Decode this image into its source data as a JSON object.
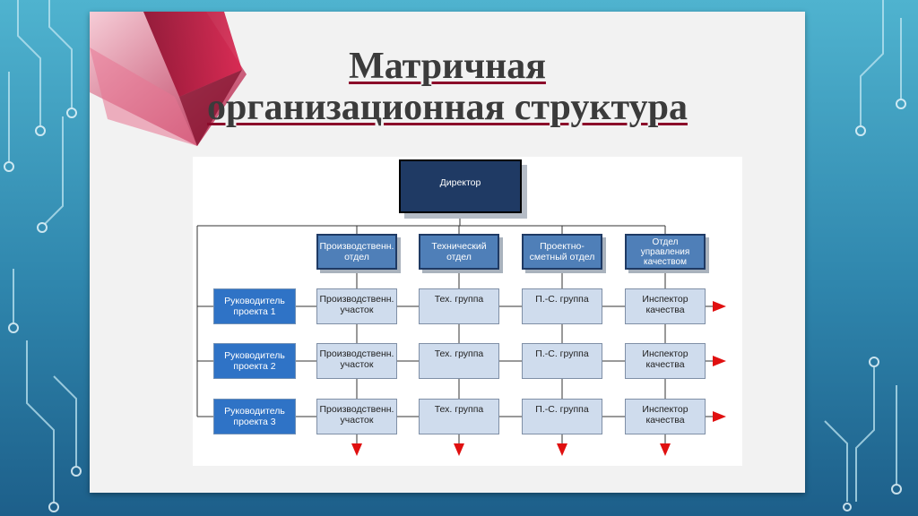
{
  "title": {
    "line1": "Матричная",
    "line2": "организационная структура"
  },
  "diagram": {
    "director": "Директор",
    "departments": [
      "Производственн.\nотдел",
      "Технический\nотдел",
      "Проектно-\nсметный отдел",
      "Отдел\nуправления\nкачеством"
    ],
    "project_managers": [
      "Руководитель\nпроекта 1",
      "Руководитель\nпроекта 2",
      "Руководитель\nпроекта 3"
    ],
    "cells": [
      [
        "Производственн.\nучасток",
        "Тех. группа",
        "П.-С. группа",
        "Инспектор\nкачества"
      ],
      [
        "Производственн.\nучасток",
        "Тех. группа",
        "П.-С. группа",
        "Инспектор\nкачества"
      ],
      [
        "Производственн.\nучасток",
        "Тех. группа",
        "П.-С. группа",
        "Инспектор\nкачества"
      ]
    ],
    "colors": {
      "director_fill": "#1f3a64",
      "department_fill": "#4f7fb8",
      "project_manager_fill": "#2f73c6",
      "cell_fill": "#cfdced",
      "arrow": "#e01010",
      "title_underline": "#8b0a2a"
    }
  }
}
